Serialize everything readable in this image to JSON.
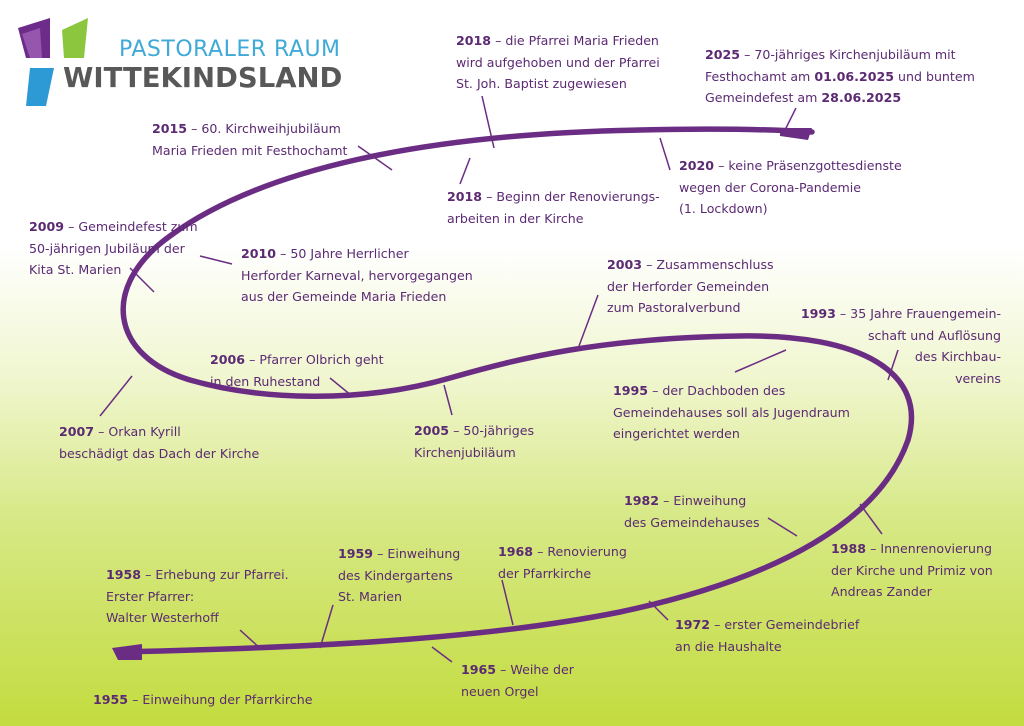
{
  "logo": {
    "line1": "PASTORALER RAUM",
    "line2": "WITTEKINDSLAND",
    "colors": {
      "purple": "#6e2c8a",
      "green": "#8cc63f",
      "blue": "#2d9ad6",
      "text_blue": "#3fa9d8",
      "text_gray": "#585858"
    }
  },
  "colors": {
    "timeline": "#6b2d83",
    "text": "#5b2a73",
    "background_bottom": "#c3dc3f"
  },
  "events": [
    {
      "id": "e1955",
      "year": "1955",
      "text": " – Einweihung der Pfarrkirche",
      "lines": []
    },
    {
      "id": "e1958",
      "year": "1958",
      "text": " – Erhebung zur Pfarrei.",
      "lines": [
        "Erster Pfarrer:",
        "Walter Westerhoff"
      ]
    },
    {
      "id": "e1959",
      "year": "1959",
      "text": " – Einweihung",
      "lines": [
        "des Kindergartens",
        "St. Marien"
      ]
    },
    {
      "id": "e1965",
      "year": "1965",
      "text": " – Weihe der",
      "lines": [
        "neuen Orgel"
      ]
    },
    {
      "id": "e1968",
      "year": "1968",
      "text": " – Renovierung",
      "lines": [
        "der Pfarrkirche"
      ]
    },
    {
      "id": "e1972",
      "year": "1972",
      "text": " – erster Gemeindebrief",
      "lines": [
        "an die Haushalte"
      ]
    },
    {
      "id": "e1982",
      "year": "1982",
      "text": " – Einweihung",
      "lines": [
        "des Gemeindehauses"
      ]
    },
    {
      "id": "e1988",
      "year": "1988",
      "text": " – Innenrenovierung",
      "lines": [
        "der Kirche und Primiz von",
        "Andreas Zander"
      ]
    },
    {
      "id": "e1993",
      "year": "1993",
      "text": " – 35 Jahre Frauengemein-",
      "lines": [
        "schaft und Auflösung",
        "des Kirchbau-",
        "vereins"
      ]
    },
    {
      "id": "e1995",
      "year": "1995",
      "text": " – der Dachboden des",
      "lines": [
        "Gemeindehauses soll als Jugendraum",
        "eingerichtet werden"
      ]
    },
    {
      "id": "e2003",
      "year": "2003",
      "text": " – Zusammenschluss",
      "lines": [
        "der Herforder Gemeinden",
        "zum Pastoralverbund"
      ]
    },
    {
      "id": "e2005",
      "year": "2005",
      "text": " – 50-jähriges",
      "lines": [
        "Kirchenjubiläum"
      ]
    },
    {
      "id": "e2006",
      "year": "2006",
      "text": " – Pfarrer Olbrich geht",
      "lines": [
        "in den Ruhestand"
      ]
    },
    {
      "id": "e2007",
      "year": "2007",
      "text": " – Orkan Kyrill",
      "lines": [
        "beschädigt das Dach der Kirche"
      ]
    },
    {
      "id": "e2009",
      "year": "2009",
      "text": " – Gemeindefest zum",
      "lines": [
        "50-jährigen Jubiläum der",
        "Kita St. Marien"
      ]
    },
    {
      "id": "e2010",
      "year": "2010",
      "text": " – 50 Jahre Herrlicher",
      "lines": [
        "Herforder Karneval, hervorgegangen",
        "aus der Gemeinde Maria Frieden"
      ]
    },
    {
      "id": "e2015",
      "year": "2015",
      "text": " – 60. Kirchweihjubiläum",
      "lines": [
        "Maria Frieden mit Festhochamt"
      ]
    },
    {
      "id": "e2018a",
      "year": "2018",
      "text": " – die Pfarrei Maria Frieden",
      "lines": [
        "wird aufgehoben und der Pfarrei",
        "St. Joh. Baptist zugewiesen"
      ]
    },
    {
      "id": "e2018b",
      "year": "2018",
      "text": " – Beginn der Renovierungs-",
      "lines": [
        "arbeiten in der Kirche"
      ]
    },
    {
      "id": "e2020",
      "year": "2020",
      "text": " – keine Präsenzgottesdienste",
      "lines": [
        "wegen der Corona-Pandemie",
        "(1. Lockdown)"
      ]
    },
    {
      "id": "e2025",
      "year": "2025",
      "text": " – 70-jähriges Kirchenjubiläum mit",
      "lines": [
        "Festhochamt am ",
        "01.06.2025",
        " und buntem",
        "Gemeindefest am ",
        "28.06.2025"
      ]
    }
  ]
}
